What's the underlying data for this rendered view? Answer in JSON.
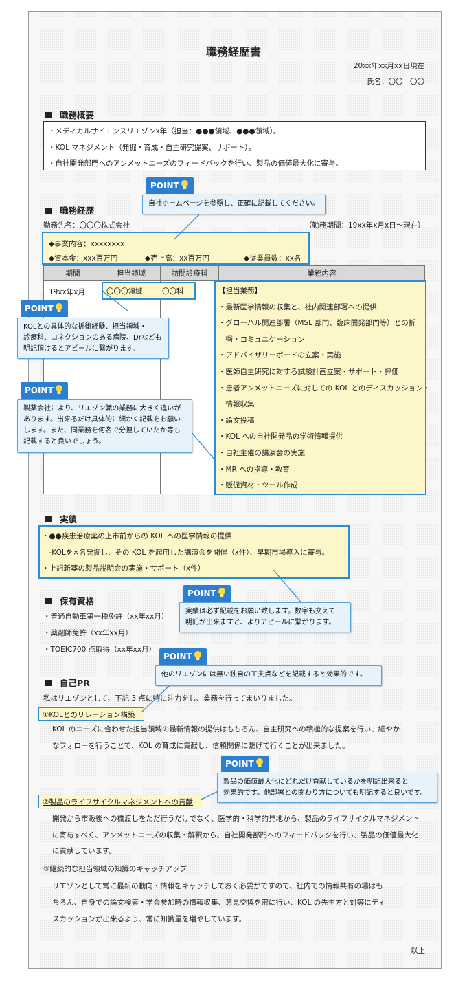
{
  "doc": {
    "title": "職務経歴書",
    "date": "20xx年xx月xx日現在",
    "name": "氏名：〇〇　〇〇",
    "end": "以上"
  },
  "summary": {
    "heading": "職務概要",
    "lines": [
      "・メディカルサイエンスリエゾンx年（担当：●●●領域、●●●領域）。",
      "・KOL マネジメント（発掘・育成・自主研究提案、サポート）。",
      "・自社開発部門へのアンメットニーズのフィードバックを行い、製品の価値最大化に寄与。"
    ]
  },
  "career": {
    "heading": "職務経歴",
    "company": "勤務先名：〇〇〇株式会社",
    "period": "（勤務期間：19xx年x月x日～現在）",
    "business": "◆事業内容：xxxxxxxx",
    "capital": "◆資本金：xxx百万円",
    "sales": "◆売上高：xx百万円",
    "employees": "◆従業員数：xx名",
    "table": {
      "headers": [
        "期間",
        "担当領域",
        "訪問診療科",
        "業務内容"
      ],
      "period": "19xx年x月",
      "area": "〇〇〇領域",
      "dept": "〇〇科",
      "duties": [
        "【担当業務】",
        "・最新医学情報の収集と、社内関連部署への提供",
        "・グローバル関連部署（MSL 部門、臨床開発部門等）との折",
        "　衝・コミュニケーション",
        "・アドバイザリーボードの立案・実施",
        "・医師自主研究に対する試験計画立案・サポート・評価",
        "・患者アンメットニーズに対しての KOL とのディスカッション・",
        "　情報収集",
        "・論文投稿",
        "・KOL への自社開発品の学術情報提供",
        "・自社主催の講演会の実施",
        "・MR への指導・教育",
        "・販促資材・ツール作成"
      ]
    }
  },
  "results": {
    "heading": "実績",
    "lines": [
      "・●●疾患治療薬の上市前からの KOL への医学情報の提供",
      "　-KOLを×名発掘し、その KOL を起用した講演会を開催（x件）、早期市場導入に寄与。",
      "・上記新薬の製品説明会の実施・サポート（x件）"
    ]
  },
  "quals": {
    "heading": "保有資格",
    "lines": [
      "・普通自動車第一種免許（xx年xx月）",
      "・薬剤師免許（xx年xx月）",
      "・TOEIC700 点取得（xx年xx月）"
    ]
  },
  "pr": {
    "heading": "自己PR",
    "intro": "私はリエゾンとして、下記 3 点に特に注力をし、業務を行ってまいりました。",
    "items": [
      {
        "title": "①KOLとのリレーション構築",
        "lines": [
          "KOL のニーズに合わせた担当領域の最新情報の提供はもちろん、自主研究への積極的な提案を行い、細やか",
          "なフォローを行うことで、KOL の育成に貢献し、信頼関係に繋げて行くことが出来ました。"
        ]
      },
      {
        "title": "②製品のライフサイクルマネジメントへの貢献",
        "lines": [
          "開発から市販後への橋渡しをただ行うだけでなく、医学的・科学的見地から、製品のライフサイクルマネジメント",
          "に寄与すべく、アンメットニーズの収集・解釈から、自社開発部門へのフィードバックを行い、製品の価値最大化",
          "に貢献しています。"
        ]
      },
      {
        "title": "③継続的な担当領域の知識のキャッチアップ",
        "lines": [
          "リエゾンとして常に最新の動向・情報をキャッチしておく必要がですので、社内での情報共有の場はも",
          "ちろん、自身での論文検索・学会参加時の情報収集、意見交換を密に行い、KOL の先生方と対等にディ",
          "スカッションが出来るよう、常に知識量を増やしています。"
        ]
      }
    ]
  },
  "points": {
    "label": "POINT",
    "p1": [
      "自社ホームページを参照し、正確に記載してください。"
    ],
    "p2": [
      "KOLとの具体的な折衝経験、担当領域・",
      "診療科、コネクションのある病院、Drなども",
      "明記頂けるとアピールに繋がります。"
    ],
    "p3": [
      "製薬会社により、リエゾン職の業務に大きく違いが",
      "あります。出来るだけ具体的に細かく記載をお願い",
      "します。また、同業務を何名で分担していたか等も",
      "記載すると良いでしょう。"
    ],
    "p4": [
      "実績は必ず記載をお願い致します。数字も交えて",
      "明記が出来ますと、よりアピールに繋がります。"
    ],
    "p5": [
      "他のリエゾンには無い独自の工夫点などを記載すると効果的です。"
    ],
    "p6": [
      "製品の価値最大化にどれだけ貢献しているかを明記出来ると",
      "効果的です。他部署との関わり方についても明記すると良いです。"
    ]
  },
  "colors": {
    "accent": "#2c7fd0",
    "highlight": "#fdf6c8",
    "tip_bg": "#e6f2fc"
  }
}
